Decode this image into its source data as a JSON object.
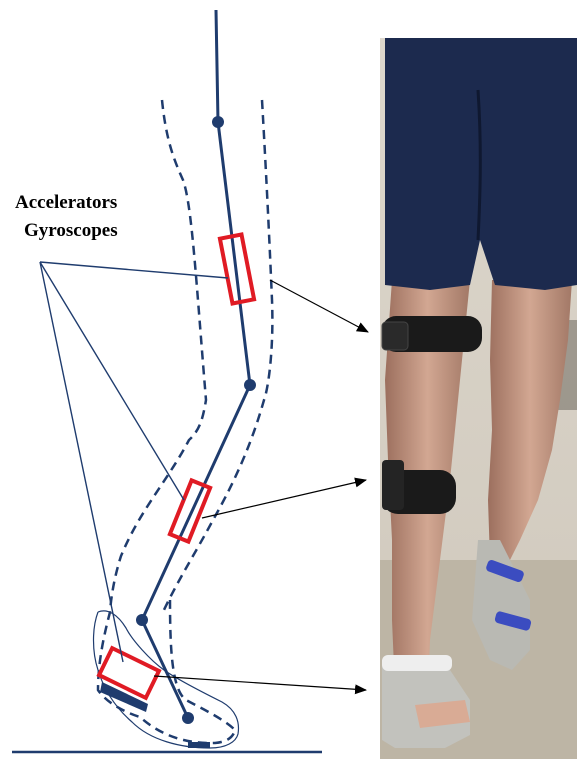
{
  "figure": {
    "labels": {
      "accelerators": "Accelerators",
      "gyroscopes": "Gyroscopes"
    },
    "colors": {
      "leg_line": "#1f3c6e",
      "sensor_box": "#e01b24",
      "arrow": "#000000",
      "shorts": "#1b2a4c",
      "skin": "#c79a84",
      "background_wall": "#d7d2c8",
      "floor": "#b8b0a0",
      "strap": "#1a1a1a",
      "sandal_strap": "#3b4cc0"
    },
    "sensors": [
      {
        "id": "thigh",
        "name": "thigh-sensor"
      },
      {
        "id": "shank",
        "name": "shank-sensor"
      },
      {
        "id": "foot",
        "name": "foot-sensor"
      }
    ],
    "icons": [
      "joint-dot",
      "sensor-box",
      "arrow"
    ]
  }
}
